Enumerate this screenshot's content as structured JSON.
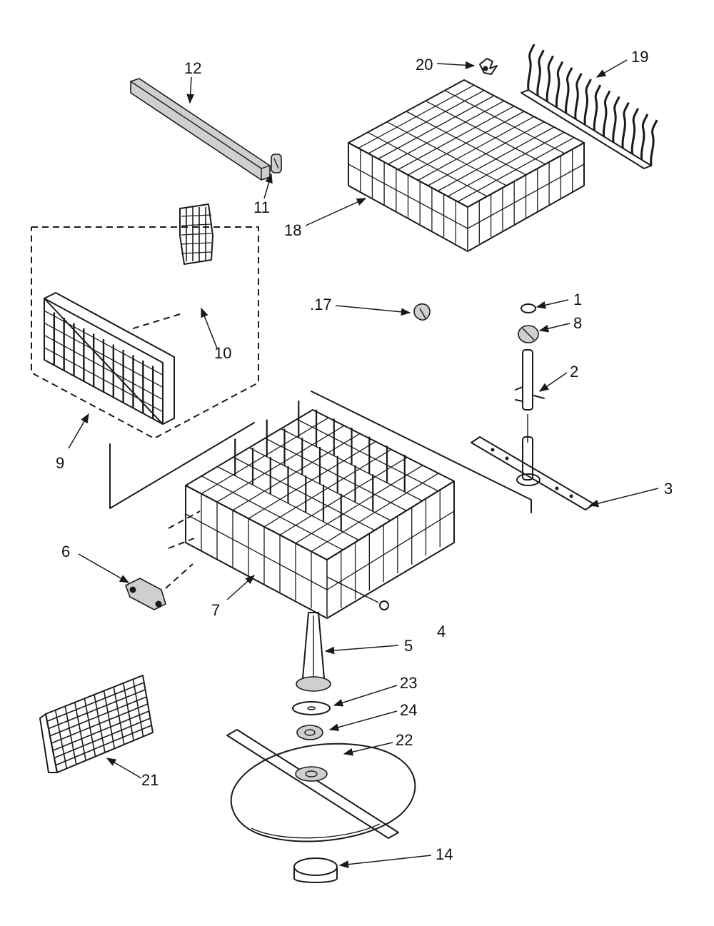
{
  "callouts": {
    "c1": "1",
    "c2": "2",
    "c3": "3",
    "c4": "4",
    "c5": "5",
    "c6": "6",
    "c7": "7",
    "c8": "8",
    "c9": "9",
    "c10": "10",
    "c11": "11",
    "c12": "12",
    "c14": "14",
    "c17": ".17",
    "c18": "18",
    "c19": "19",
    "c20": "20",
    "c21": "21",
    "c22": "22",
    "c23": "23",
    "c24": "24"
  }
}
